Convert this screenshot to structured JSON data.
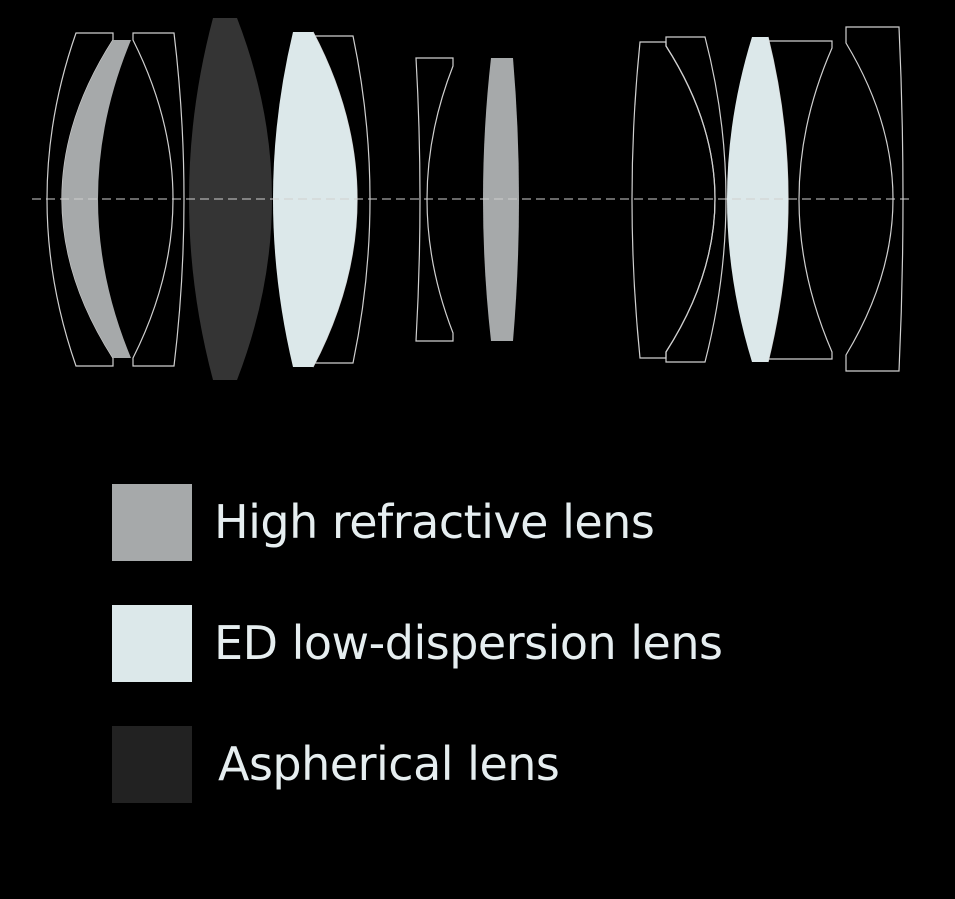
{
  "colors": {
    "background": "#000000",
    "outline": "#d0d0d0",
    "high_refractive": "#a6a9aa",
    "ed_low_dispersion": "#dce8ea",
    "aspherical": "#343434",
    "aspherical_swatch": "#222222"
  },
  "diagram": {
    "lens_elements": [
      {
        "type": "plain"
      },
      {
        "type": "high_refractive"
      },
      {
        "type": "plain"
      },
      {
        "type": "aspherical"
      },
      {
        "type": "ed_low_dispersion"
      },
      {
        "type": "plain"
      },
      {
        "type": "plain"
      },
      {
        "type": "high_refractive"
      },
      {
        "type": "plain"
      },
      {
        "type": "plain"
      },
      {
        "type": "ed_low_dispersion"
      },
      {
        "type": "plain"
      },
      {
        "type": "plain"
      }
    ]
  },
  "legend": {
    "items": [
      {
        "label": "High refractive lens",
        "type": "high_refractive"
      },
      {
        "label": "ED low-dispersion lens",
        "type": "ed_low_dispersion"
      },
      {
        "label": "Aspherical lens",
        "type": "aspherical"
      }
    ]
  }
}
